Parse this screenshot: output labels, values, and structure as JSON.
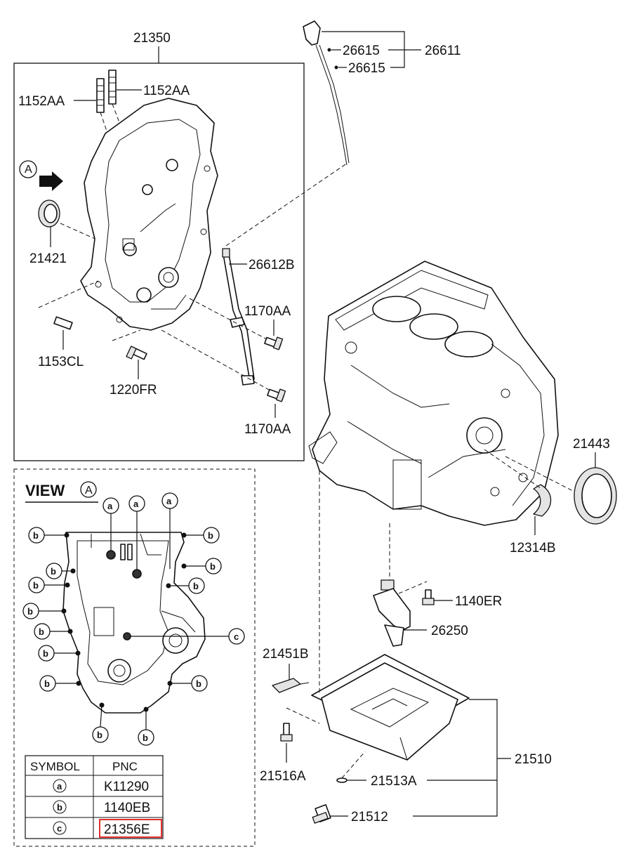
{
  "labels": {
    "p21350": "21350",
    "p1152AA_left": "1152AA",
    "p1152AA_right": "1152AA",
    "p21421": "21421",
    "p1153CL": "1153CL",
    "p1220FR": "1220FR",
    "p26615_top": "26615",
    "p26615_bottom": "26615",
    "p26611": "26611",
    "p26612B": "26612B",
    "p1170AA_top": "1170AA",
    "p1170AA_bottom": "1170AA",
    "p21443": "21443",
    "p12314B": "12314B",
    "p1140ER": "1140ER",
    "p26250": "26250",
    "p21451B": "21451B",
    "p21510": "21510",
    "p21516A": "21516A",
    "p21513A": "21513A",
    "p21512": "21512"
  },
  "callout_a": "A",
  "view": {
    "title": "VIEW",
    "marker": "A",
    "sym_a": "a",
    "sym_b": "b",
    "sym_c": "c"
  },
  "table": {
    "headers": [
      "SYMBOL",
      "PNC"
    ],
    "rows": [
      {
        "symbol": "a",
        "pnc": "K11290"
      },
      {
        "symbol": "b",
        "pnc": "1140EB"
      },
      {
        "symbol": "c",
        "pnc": "21356E",
        "highlighted": true
      }
    ]
  },
  "colors": {
    "line": "#111111",
    "highlight": "#e0312b",
    "background": "#ffffff"
  }
}
